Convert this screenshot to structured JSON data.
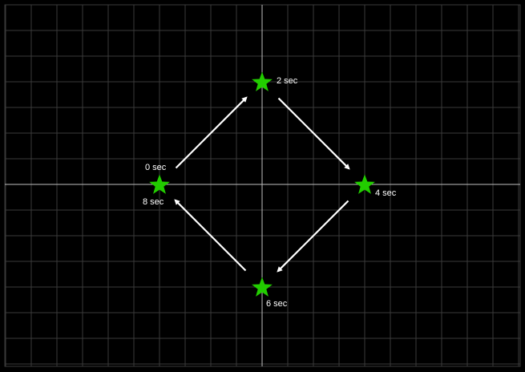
{
  "diagram": {
    "background_color": "#000000",
    "grid_color": "#3a3a3a",
    "axis_color": "#bfbfbf",
    "star_color": "#22cc00",
    "arrow_color": "#ffffff",
    "label_color": "#ffffff",
    "grid_spacing": 1,
    "axes": true,
    "markers": [
      {
        "x": -4,
        "y": 0,
        "shape": "star"
      },
      {
        "x": 0,
        "y": 4,
        "shape": "star"
      },
      {
        "x": 4,
        "y": 0,
        "shape": "star"
      },
      {
        "x": 0,
        "y": -4,
        "shape": "star"
      }
    ],
    "labels": [
      {
        "text": "0 sec",
        "x": -4,
        "y": 0
      },
      {
        "text": "2 sec",
        "x": 0,
        "y": 4
      },
      {
        "text": "4 sec",
        "x": 4,
        "y": 0
      },
      {
        "text": "6 sec",
        "x": 0,
        "y": -4
      },
      {
        "text": "8 sec",
        "x": -4,
        "y": 0
      }
    ],
    "arrows": [
      {
        "from": [
          -4,
          0
        ],
        "to": [
          0,
          4
        ]
      },
      {
        "from": [
          0,
          4
        ],
        "to": [
          4,
          0
        ]
      },
      {
        "from": [
          4,
          0
        ],
        "to": [
          0,
          -4
        ]
      },
      {
        "from": [
          0,
          -4
        ],
        "to": [
          -4,
          0
        ]
      }
    ]
  }
}
